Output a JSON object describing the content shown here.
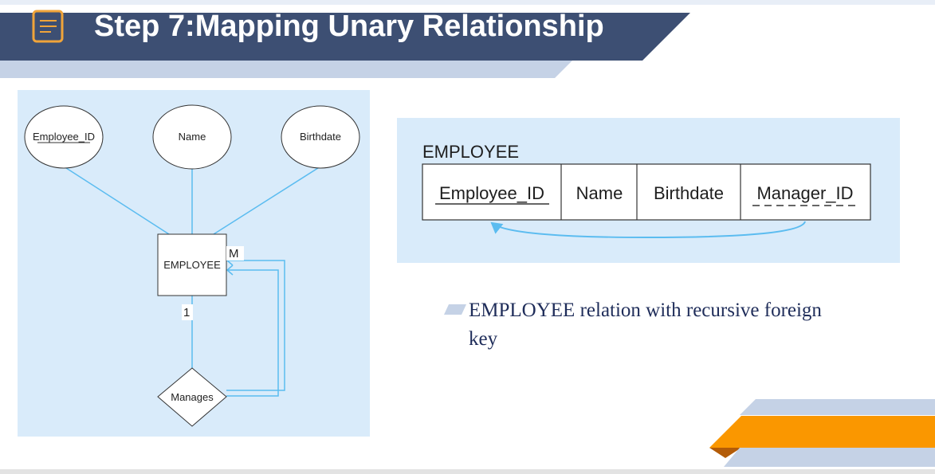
{
  "slide": {
    "title": "Step 7:Mapping Unary Relationship",
    "colors": {
      "header_navy": "#3d4f73",
      "header_stripe": "#c5d2e6",
      "panel_bg": "#d9ebfa",
      "connector": "#5bbcf0",
      "accent_orange": "#fa9700",
      "dark_orange": "#b35c08",
      "text_navy": "#1f2d5a"
    },
    "icons": {
      "header": "notebook-icon",
      "bullet": "parallelogram-bullet-icon"
    }
  },
  "er_diagram": {
    "attributes": [
      {
        "label": "Employee_ID",
        "key": true
      },
      {
        "label": "Name",
        "key": false
      },
      {
        "label": "Birthdate",
        "key": false
      }
    ],
    "entity": "EMPLOYEE",
    "relationship": "Manages",
    "cardinality_many": "M",
    "cardinality_one": "1"
  },
  "relation_schema": {
    "name": "EMPLOYEE",
    "columns": [
      {
        "label": "Employee_ID",
        "primary_key": true,
        "foreign_key": false
      },
      {
        "label": "Name",
        "primary_key": false,
        "foreign_key": false
      },
      {
        "label": "Birthdate",
        "primary_key": false,
        "foreign_key": false
      },
      {
        "label": "Manager_ID",
        "primary_key": false,
        "foreign_key": true
      }
    ]
  },
  "caption": {
    "text": "EMPLOYEE relation with recursive foreign key"
  }
}
